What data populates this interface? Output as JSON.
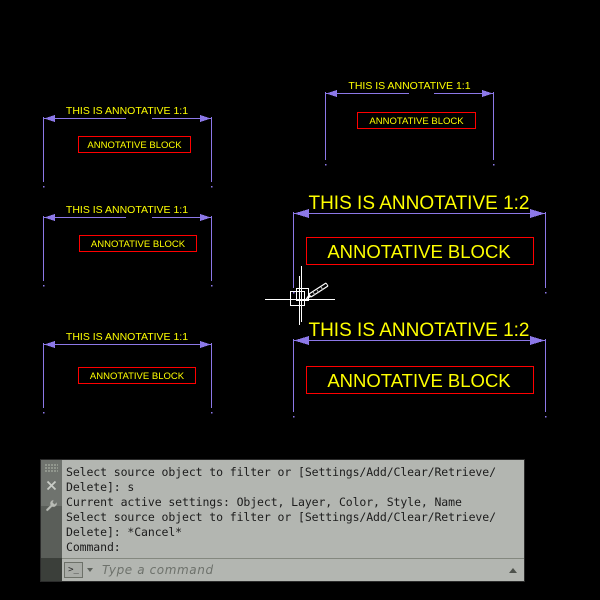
{
  "app": {
    "background_color": "#000000",
    "dimension_color": "#8c78e8",
    "text_color": "#ffff00",
    "block_border_color": "#ff0000",
    "cursor_color": "#ffffff"
  },
  "drawing": {
    "groups": [
      {
        "id": "top-left",
        "scale_label": "THIS IS ANNOTATIVE 1:1",
        "block_label": "ANNOTATIVE BLOCK",
        "scale": "1:1"
      },
      {
        "id": "top-right",
        "scale_label": "THIS IS ANNOTATIVE 1:1",
        "block_label": "ANNOTATIVE BLOCK",
        "scale": "1:1"
      },
      {
        "id": "middle-left",
        "scale_label": "THIS IS ANNOTATIVE 1:1",
        "block_label": "ANNOTATIVE BLOCK",
        "scale": "1:1"
      },
      {
        "id": "middle-right",
        "scale_label": "THIS IS ANNOTATIVE 1:2",
        "block_label": "ANNOTATIVE BLOCK",
        "scale": "1:2"
      },
      {
        "id": "bottom-left",
        "scale_label": "THIS IS ANNOTATIVE 1:1",
        "block_label": "ANNOTATIVE BLOCK",
        "scale": "1:1"
      },
      {
        "id": "bottom-right",
        "scale_label": "THIS IS ANNOTATIVE 1:2",
        "block_label": "ANNOTATIVE BLOCK",
        "scale": "1:2"
      }
    ]
  },
  "command_window": {
    "gutter": {
      "grip_icon": "drag-grip-icon",
      "close_icon": "close-icon",
      "customize_icon": "wrench-icon"
    },
    "history_lines": [
      "Select source object to filter or [Settings/Add/Clear/Retrieve/",
      "Delete]: s",
      "Current active settings: Object, Layer, Color, Style, Name",
      "Select source object to filter or [Settings/Add/Clear/Retrieve/",
      "Delete]: *Cancel*",
      "Command:"
    ],
    "input": {
      "prompt_glyph": ">_",
      "placeholder": "Type a command",
      "value": ""
    }
  }
}
